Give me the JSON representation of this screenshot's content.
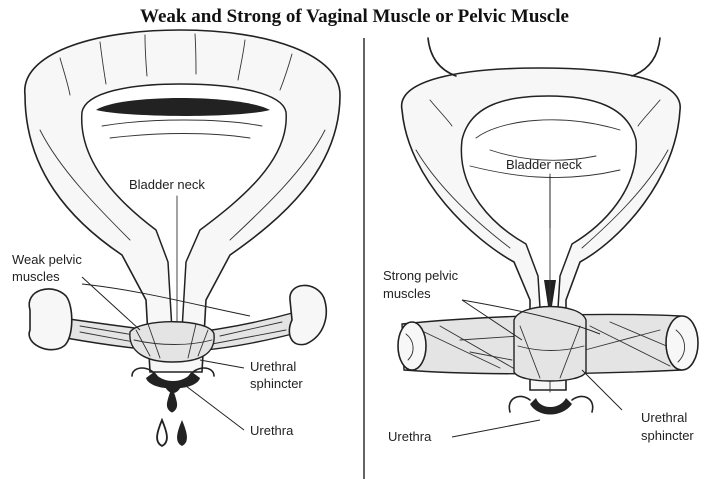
{
  "title": "Weak and Strong of Vaginal Muscle or Pelvic Muscle",
  "left_panel": {
    "bladder_neck": "Bladder neck",
    "pelvic_line1": "Weak pelvic",
    "pelvic_line2": "muscles",
    "sphincter_line1": "Urethral",
    "sphincter_line2": "sphincter",
    "urethra": "Urethra"
  },
  "right_panel": {
    "bladder_neck": "Bladder neck",
    "pelvic_line1": "Strong pelvic",
    "pelvic_line2": "muscles",
    "urethra": "Urethra",
    "sphincter_line1": "Urethral",
    "sphincter_line2": "sphincter"
  }
}
